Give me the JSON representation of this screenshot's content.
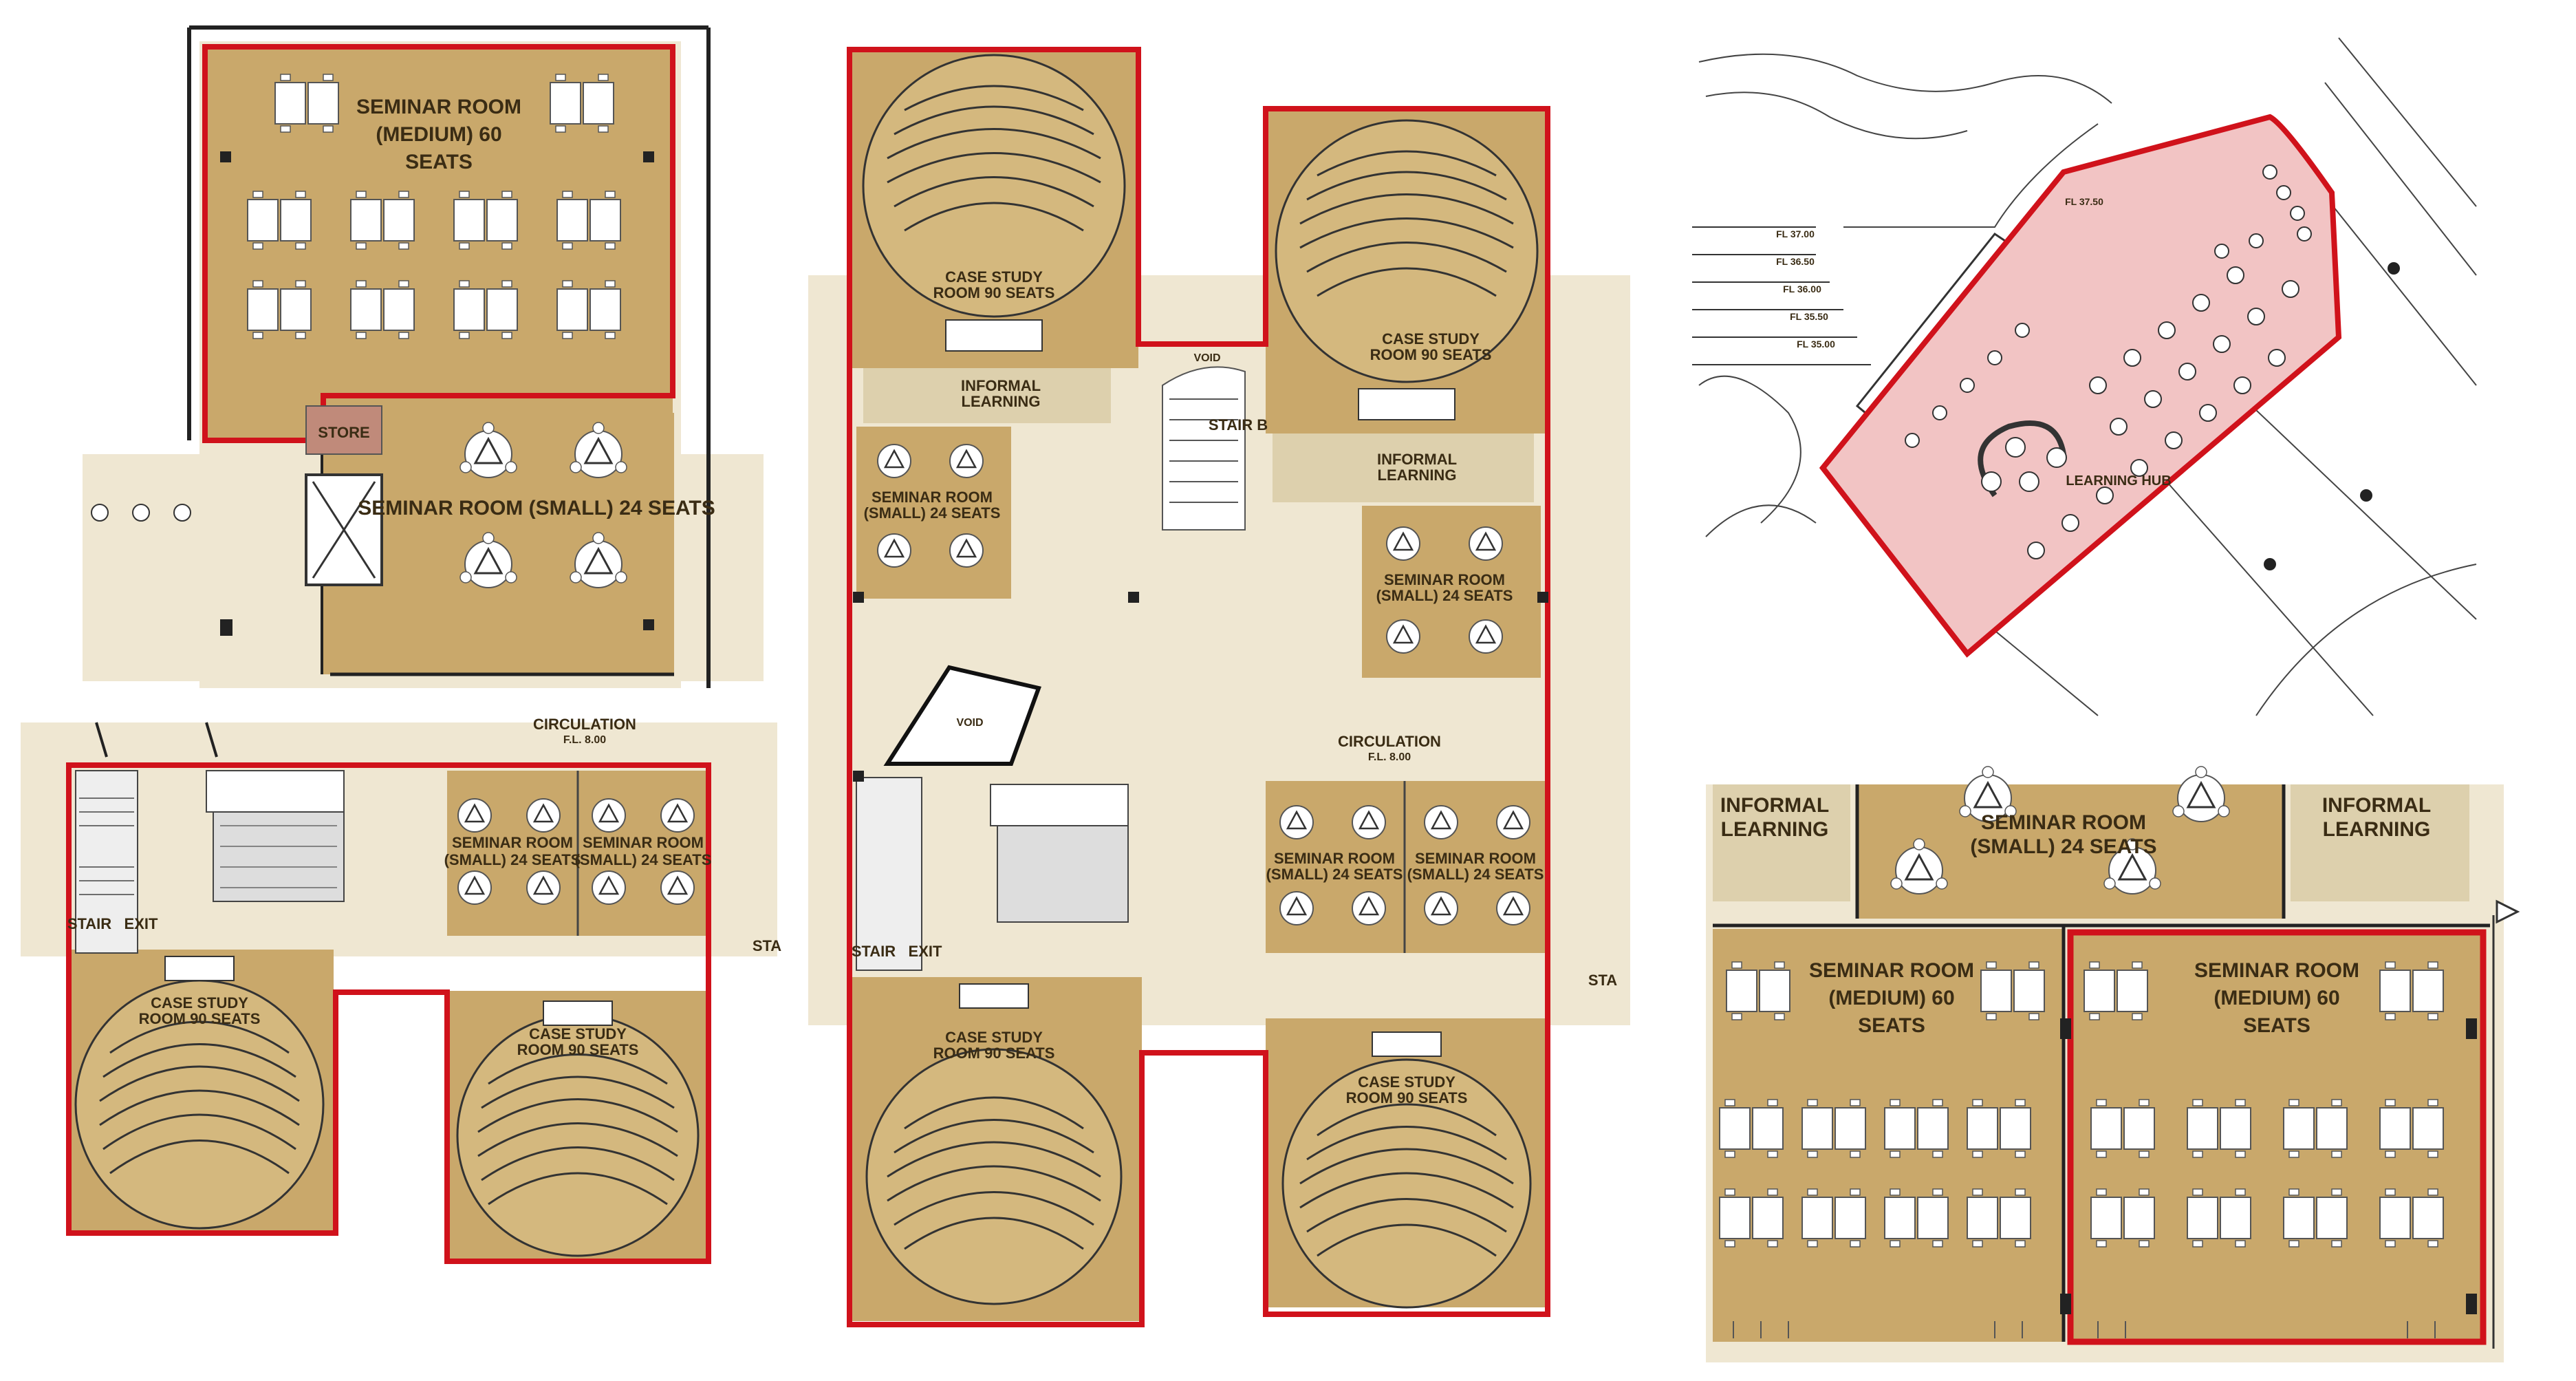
{
  "colors": {
    "room_fill": "#c9a86b",
    "room_fill_light": "#d4b87e",
    "corridor": "#efe7d2",
    "outline": "#d0121b",
    "wall": "#2a2a2a",
    "desk": "#ffffff",
    "hub_fill": "#f2c4c4",
    "site_line": "#444444"
  },
  "icons": [
    "stair-icon",
    "lift-icon",
    "column-icon"
  ],
  "panels": {
    "p1": {
      "seminar_medium": [
        "SEMINAR ROOM",
        "(MEDIUM) 60",
        "SEATS"
      ],
      "store": "STORE",
      "seminar_small": "SEMINAR ROOM (SMALL) 24 SEATS"
    },
    "p2": {
      "circulation": "CIRCULATION",
      "circulation_level": "F.L. 8.00",
      "small_left": [
        "SEMINAR ROOM",
        "(SMALL) 24 SEATS"
      ],
      "small_right": [
        "SEMINAR ROOM",
        "(SMALL) 24 SEATS"
      ],
      "case_left": [
        "CASE STUDY",
        "ROOM 90 SEATS"
      ],
      "case_right": [
        "CASE STUDY",
        "ROOM 90 SEATS"
      ],
      "stair": "STAIR",
      "exit": "EXIT",
      "stair_right": "STA"
    },
    "p3": {
      "case_top_left": [
        "CASE STUDY",
        "ROOM 90 SEATS"
      ],
      "case_top_right": [
        "CASE STUDY",
        "ROOM 90 SEATS"
      ],
      "informal_left": [
        "INFORMAL",
        "LEARNING"
      ],
      "informal_right": [
        "INFORMAL",
        "LEARNING"
      ],
      "small_upper_left": [
        "SEMINAR ROOM",
        "(SMALL) 24 SEATS"
      ],
      "small_upper_right": [
        "SEMINAR ROOM",
        "(SMALL) 24 SEATS"
      ],
      "stair_b": "STAIR B",
      "void_top": "VOID",
      "void_mid": "VOID",
      "circulation": "CIRCULATION",
      "circulation_level": "F.L. 8.00",
      "small_lower_left": [
        "SEMINAR ROOM",
        "(SMALL) 24 SEATS"
      ],
      "small_lower_right": [
        "SEMINAR ROOM",
        "(SMALL) 24 SEATS"
      ],
      "case_bottom_left": [
        "CASE STUDY",
        "ROOM 90 SEATS"
      ],
      "case_bottom_right": [
        "CASE STUDY",
        "ROOM 90 SEATS"
      ],
      "stair": "STAIR",
      "exit": "EXIT",
      "stair_right": "STA"
    },
    "p4": {
      "learning_hub": "LEARNING HUB",
      "level_tags": [
        "FL 37.50",
        "FL 37.00",
        "FL 36.50",
        "FL 36.00",
        "FL 35.50",
        "FL 35.00"
      ]
    },
    "p5": {
      "informal_left": [
        "INFORMAL",
        "LEARNING"
      ],
      "informal_right": [
        "INFORMAL",
        "LEARNING"
      ],
      "small_top": [
        "SEMINAR ROOM",
        "(SMALL) 24 SEATS"
      ],
      "medium_left": [
        "SEMINAR ROOM",
        "(MEDIUM) 60",
        "SEATS"
      ],
      "medium_right": [
        "SEMINAR ROOM",
        "(MEDIUM) 60",
        "SEATS"
      ]
    }
  }
}
